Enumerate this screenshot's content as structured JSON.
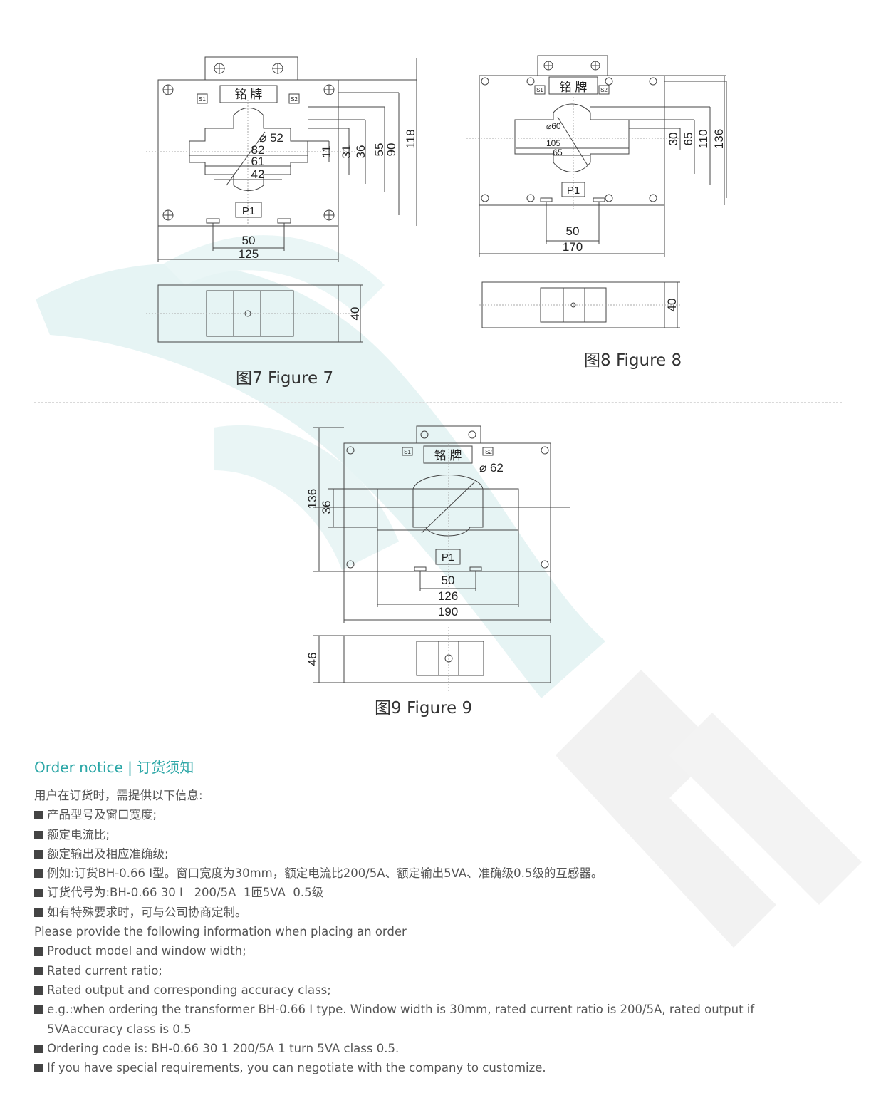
{
  "figures": {
    "fig7": {
      "caption": "图7 Figure 7",
      "nameplate": "铭 牌",
      "s1": "S1",
      "s2": "S2",
      "p1": "P1",
      "dims": {
        "d52": "⌀ 52",
        "d82": "82",
        "d61": "61",
        "d42": "42",
        "d11": "11",
        "d31": "31",
        "d36": "36",
        "d55": "55",
        "d90": "90",
        "d118": "118",
        "d50": "50",
        "d125": "125",
        "d40": "40"
      }
    },
    "fig8": {
      "caption": "图8 Figure 8",
      "nameplate": "铭 牌",
      "s1": "S1",
      "s2": "S2",
      "p1": "P1",
      "dims": {
        "d60": "⌀60",
        "d105": "105",
        "d65h": "65",
        "d30": "30",
        "d65": "65",
        "d110": "110",
        "d136": "136",
        "d50": "50",
        "d170": "170",
        "d40": "40"
      }
    },
    "fig9": {
      "caption": "图9 Figure 9",
      "nameplate": "铭 牌",
      "s1": "S1",
      "s2": "S2",
      "p1": "P1",
      "dims": {
        "d62": "⌀ 62",
        "d136": "136",
        "d36": "36",
        "d50": "50",
        "d126": "126",
        "d190": "190",
        "d46": "46"
      }
    }
  },
  "order": {
    "title": "Order notice | 订货须知",
    "lines_cn": [
      "用户在订货时，需提供以下信息:",
      "产品型号及窗口宽度;",
      "额定电流比;",
      "额定输出及相应准确级;",
      "例如:订货BH-0.66 I型。窗口宽度为30mm，额定电流比200/5A、额定输出5VA、准确级0.5级的互感器。",
      "订货代号为:BH-0.66 30 I   200/5A  1匝5VA  0.5级",
      "如有特殊要求时，可与公司协商定制。"
    ],
    "lines_en": [
      "Please provide the following information when placing an order",
      "Product model and window width;",
      "Rated current ratio;",
      "Rated output and corresponding accuracy class;",
      "e.g.:when ordering the transformer BH-0.66 I type. Window width is 30mm, rated current ratio is 200/5A, rated output if",
      "5VAaccuracy class is 0.5",
      "Ordering code is: BH-0.66 30 1 200/5A 1 turn 5VA class 0.5.",
      "If you have special requirements, you can negotiate with the company to customize."
    ]
  },
  "colors": {
    "accent": "#2aa6a6",
    "watermark": "#e3f3f3",
    "line": "#444444"
  }
}
